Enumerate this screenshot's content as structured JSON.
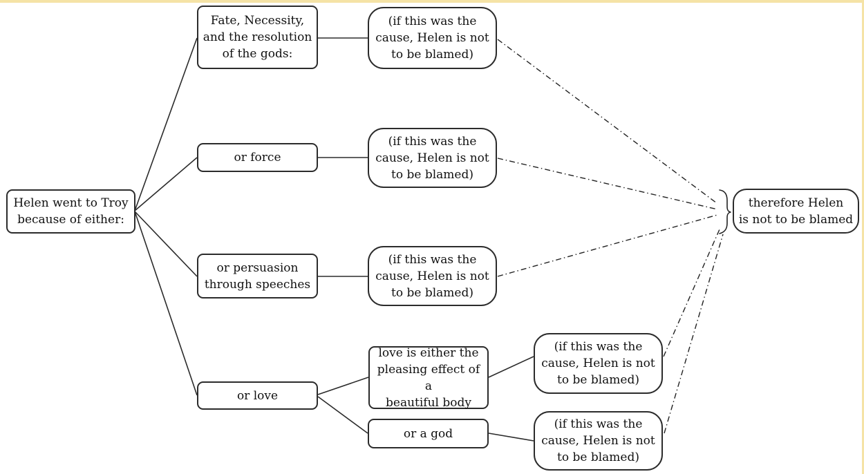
{
  "page": {
    "background": "#ffffff",
    "frame_border_color": "#f5e3a6",
    "line_color": "#2b2b2b",
    "box_border_color": "#2b2b2b",
    "text_color": "#111111"
  },
  "diagram": {
    "root": {
      "label": "Helen went to Troy\nbecause of either:"
    },
    "causes": [
      {
        "id": "fate",
        "label": "Fate, Necessity,\nand the resolution\nof the gods:"
      },
      {
        "id": "force",
        "label": "or force"
      },
      {
        "id": "persuasion",
        "label": "or persuasion\nthrough speeches"
      },
      {
        "id": "love",
        "label": "or love"
      }
    ],
    "love_subcauses": [
      {
        "id": "body",
        "label": "love is either the\npleasing effect of a\nbeautiful body"
      },
      {
        "id": "god",
        "label": "or a god"
      }
    ],
    "not_blamed_note": "(if this was the\ncause, Helen is not\nto be blamed)",
    "conclusion": {
      "label": "therefore Helen\nis not to be blamed"
    },
    "brace_glyph": "}"
  }
}
